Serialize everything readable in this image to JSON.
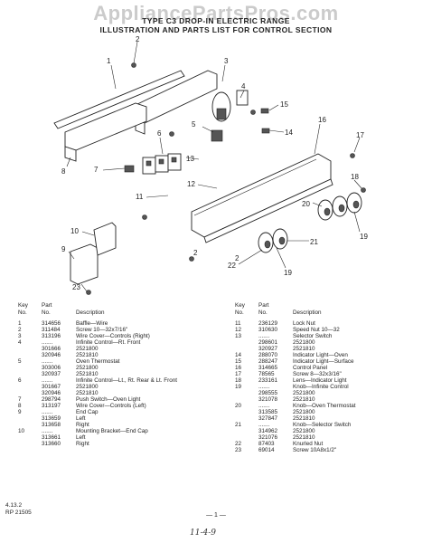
{
  "watermark": "AppliancePartsPros.com",
  "title_line1": "TYPE C3 DROP-IN ELECTRIC RANGE",
  "title_line2": "ILLUSTRATION AND PARTS LIST FOR CONTROL SECTION",
  "callouts": [
    "1",
    "2",
    "3",
    "4",
    "5",
    "6",
    "7",
    "8",
    "9",
    "10",
    "11",
    "12",
    "13",
    "14",
    "15",
    "16",
    "17",
    "18",
    "19",
    "20",
    "21",
    "22",
    "23"
  ],
  "table_headers": {
    "key": "Key\nNo.",
    "part": "Part\nNo.",
    "description": "Description"
  },
  "parts_left": [
    {
      "key": "1",
      "part": "314656",
      "desc": "Baffle—Wire"
    },
    {
      "key": "2",
      "part": "311484",
      "desc": "Screw 10—32x7/16\""
    },
    {
      "key": "3",
      "part": "313196",
      "desc": "Wire Cover—Controls (Right)"
    },
    {
      "key": "4",
      "part": ".......",
      "desc": "Infinite Control—Rt. Front"
    },
    {
      "key": "",
      "part": "301666",
      "desc": "    2521800"
    },
    {
      "key": "",
      "part": "320946",
      "desc": "    2521810"
    },
    {
      "key": "5",
      "part": ".......",
      "desc": "Oven Thermostat"
    },
    {
      "key": "",
      "part": "303006",
      "desc": "    2521800"
    },
    {
      "key": "",
      "part": "320937",
      "desc": "    2521810"
    },
    {
      "key": "6",
      "part": ".......",
      "desc": "Infinite Control—Lt., Rt. Rear & Lt. Front"
    },
    {
      "key": "",
      "part": "301667",
      "desc": "    2521800"
    },
    {
      "key": "",
      "part": "320946",
      "desc": "    2521810"
    },
    {
      "key": "7",
      "part": "298794",
      "desc": "Push Switch—Oven Light"
    },
    {
      "key": "8",
      "part": "313197",
      "desc": "Wire Cover—Controls (Left)"
    },
    {
      "key": "9",
      "part": ".......",
      "desc": "End Cap"
    },
    {
      "key": "",
      "part": "313659",
      "desc": "    Left"
    },
    {
      "key": "",
      "part": "313658",
      "desc": "    Right"
    },
    {
      "key": "10",
      "part": ".......",
      "desc": "Mounting Bracket—End Cap"
    },
    {
      "key": "",
      "part": "313661",
      "desc": "    Left"
    },
    {
      "key": "",
      "part": "313660",
      "desc": "    Right"
    }
  ],
  "parts_right": [
    {
      "key": "11",
      "part": "236129",
      "desc": "Lock Nut"
    },
    {
      "key": "12",
      "part": "310630",
      "desc": "Speed Nut 10—32"
    },
    {
      "key": "13",
      "part": ".......",
      "desc": "Selector Switch"
    },
    {
      "key": "",
      "part": "298601",
      "desc": "    2521800"
    },
    {
      "key": "",
      "part": "320927",
      "desc": "    2521810"
    },
    {
      "key": "14",
      "part": "288070",
      "desc": "Indicator Light—Oven"
    },
    {
      "key": "15",
      "part": "288247",
      "desc": "Indicator Light—Surface"
    },
    {
      "key": "16",
      "part": "314665",
      "desc": "Control Panel"
    },
    {
      "key": "17",
      "part": "78565",
      "desc": "Screw 8—32x3/16\""
    },
    {
      "key": "18",
      "part": "233161",
      "desc": "Lens—Indicator Light"
    },
    {
      "key": "19",
      "part": ".......",
      "desc": "Knob—Infinite Control"
    },
    {
      "key": "",
      "part": "298555",
      "desc": "    2521800"
    },
    {
      "key": "",
      "part": "321078",
      "desc": "    2521810"
    },
    {
      "key": "20",
      "part": ".......",
      "desc": "Knob—Oven Thermostat"
    },
    {
      "key": "",
      "part": "313585",
      "desc": "    2521800"
    },
    {
      "key": "",
      "part": "327847",
      "desc": "    2521810"
    },
    {
      "key": "21",
      "part": ".......",
      "desc": "Knob—Selector Switch"
    },
    {
      "key": "",
      "part": "314962",
      "desc": "    2521800"
    },
    {
      "key": "",
      "part": "321076",
      "desc": "    2521810"
    },
    {
      "key": "22",
      "part": "87403",
      "desc": "Knurled Nut"
    },
    {
      "key": "23",
      "part": "69014",
      "desc": "Screw 10A8x1/2\""
    }
  ],
  "footer_code1": "4.13.2",
  "footer_code2": "RP 21505",
  "page_number": "— 1 —",
  "handwritten_note": "11-4-9"
}
